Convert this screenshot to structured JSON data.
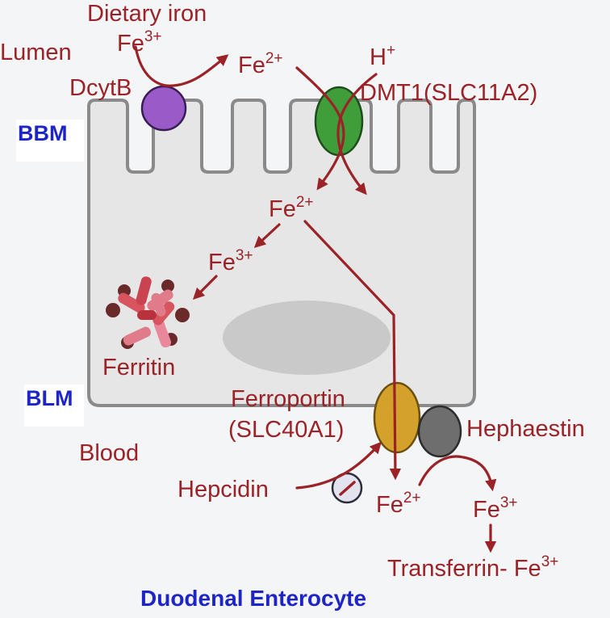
{
  "labels": {
    "dietary_iron": "Dietary iron",
    "lumen": "Lumen",
    "dcytb": "DcytB",
    "bbm": "BBM",
    "h_plus": "H",
    "h_plus_sup": "+",
    "dmt1": "DMT1(SLC11A2)",
    "ferritin": "Ferritin",
    "blm": "BLM",
    "ferroportin_line1": "Ferroportin",
    "ferroportin_line2": "(SLC40A1)",
    "blood": "Blood",
    "hephaestin": "Hephaestin",
    "hepcidin": "Hepcidin",
    "transferrin": "Transferrin- Fe",
    "transferrin_sup": "3+",
    "title": "Duodenal Enterocyte"
  },
  "fe": {
    "fe_lumen3": {
      "base": "Fe",
      "sup": "3+"
    },
    "fe_lumen2": {
      "base": "Fe",
      "sup": "2+"
    },
    "fe_cell2": {
      "base": "Fe",
      "sup": "2+"
    },
    "fe_cell3": {
      "base": "Fe",
      "sup": "3+"
    },
    "fe_blood2": {
      "base": "Fe",
      "sup": "2+"
    },
    "fe_blood3": {
      "base": "Fe",
      "sup": "3+"
    }
  },
  "colors": {
    "arrow": "#9b2226",
    "dcytb": "#9a5bc9",
    "dmt1": "#3f9e3a",
    "ferroportin": "#d4a22a",
    "hephaestin": "#6e6e6e",
    "cell_fill": "#e6e6e6",
    "cell_stroke": "#8a8a8a",
    "nucleus": "#c9c9c9",
    "blue_text": "#1d25c9"
  }
}
